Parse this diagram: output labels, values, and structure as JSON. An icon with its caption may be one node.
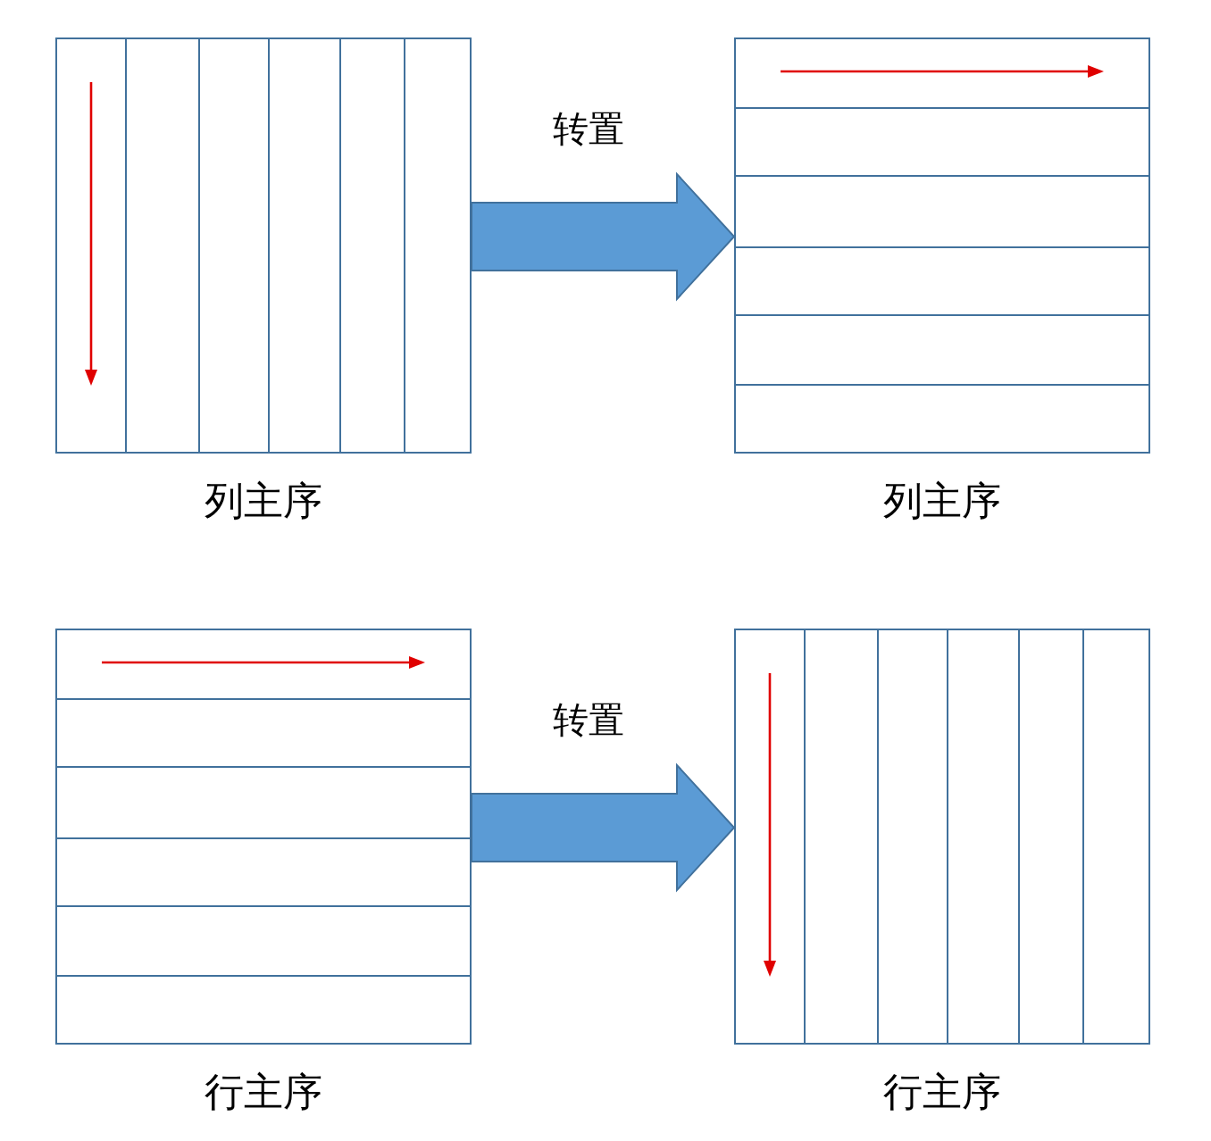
{
  "diagram": {
    "nodes": [
      {
        "text": [
          "列主序"
        ]
      },
      {
        "text": [
          "列主序"
        ]
      },
      {
        "text": [
          "行主序"
        ]
      },
      {
        "text": [
          "行主序"
        ]
      }
    ],
    "edges": [
      {
        "from": 0,
        "to": 1,
        "arrow": "to",
        "label": "转置"
      },
      {
        "from": 2,
        "to": 3,
        "arrow": "to",
        "label": "转置"
      }
    ]
  }
}
